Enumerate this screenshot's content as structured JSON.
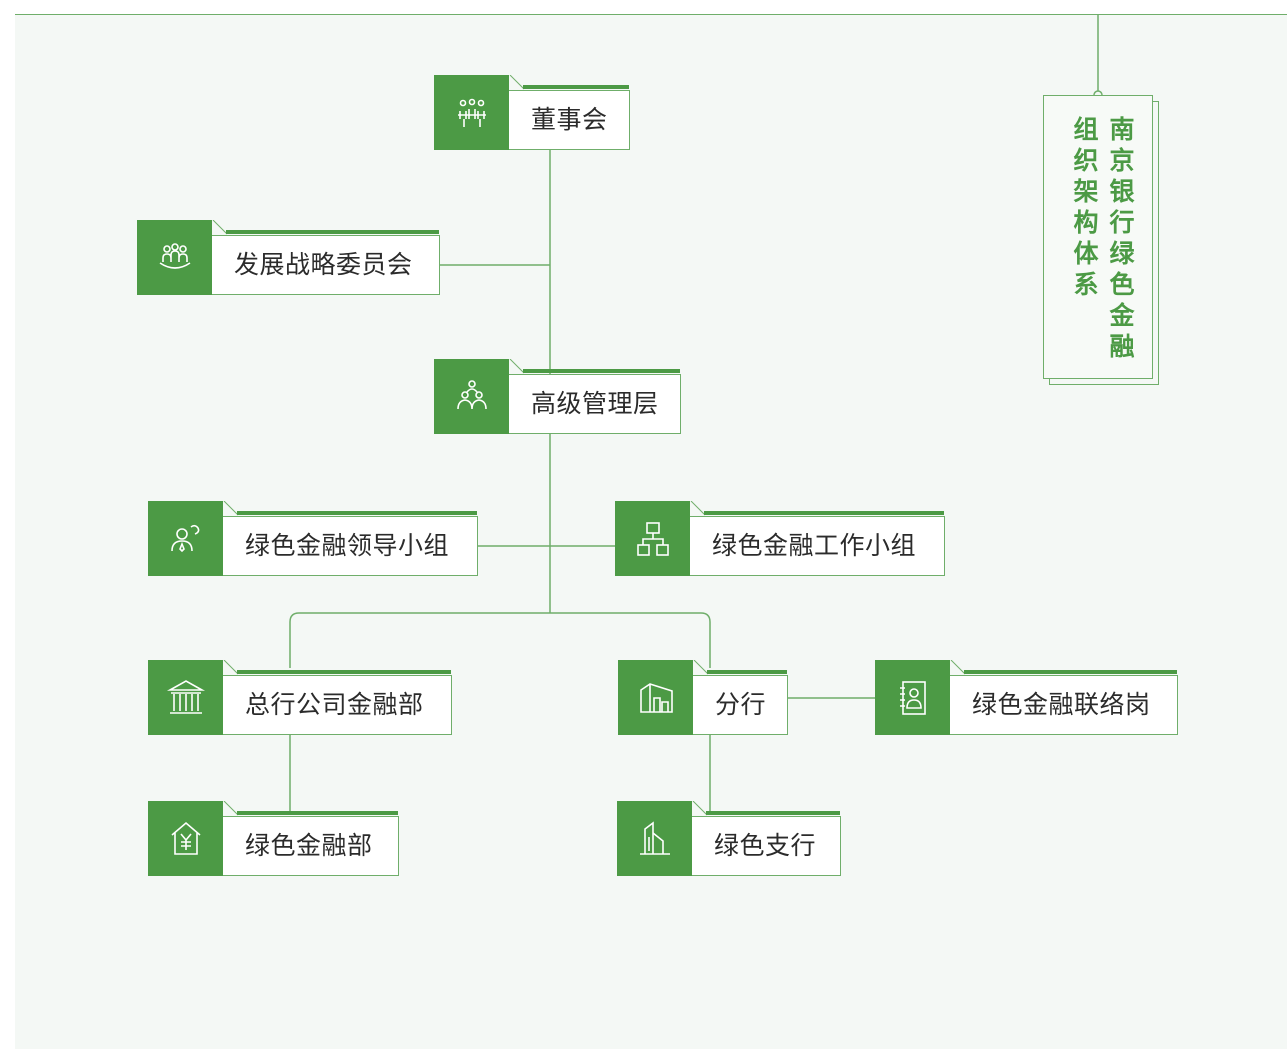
{
  "title": {
    "line1": "南京银行绿色金融",
    "line2": "组织架构体系"
  },
  "colors": {
    "accent": "#4c9a45",
    "line": "#6fae6a",
    "background": "#f4f8f5"
  },
  "nodes": {
    "board": {
      "label": "董事会",
      "icon": "meeting-icon"
    },
    "strategy": {
      "label": "发展战略委员会",
      "icon": "group-icon"
    },
    "senior": {
      "label": "高级管理层",
      "icon": "hierarchy-people-icon"
    },
    "leading": {
      "label": "绿色金融领导小组",
      "icon": "users-icon"
    },
    "working": {
      "label": "绿色金融工作小组",
      "icon": "org-chart-icon"
    },
    "hq": {
      "label": "总行公司金融部",
      "icon": "bank-icon"
    },
    "branch": {
      "label": "分行",
      "icon": "building-icon"
    },
    "liaison": {
      "label": "绿色金融联络岗",
      "icon": "contact-book-icon"
    },
    "green_dept": {
      "label": "绿色金融部",
      "icon": "house-yen-icon"
    },
    "sub_branch": {
      "label": "绿色支行",
      "icon": "tower-icon"
    }
  }
}
